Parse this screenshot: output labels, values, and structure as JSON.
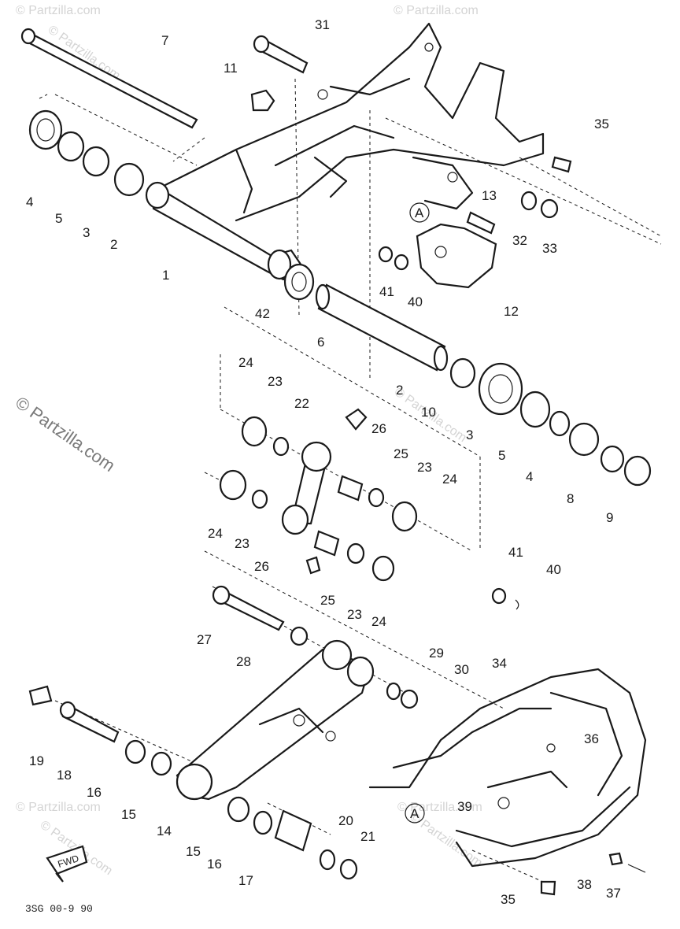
{
  "watermark": {
    "text": "© Partzilla.com",
    "faint_text": "© Partzilla.com"
  },
  "drawing_code": "3SG 00-9 90",
  "fwd_label": "FWD",
  "ref_label": "A",
  "labels": [
    {
      "id": "l1",
      "text": "1"
    },
    {
      "id": "l2a",
      "text": "2"
    },
    {
      "id": "l2b",
      "text": "2"
    },
    {
      "id": "l3a",
      "text": "3"
    },
    {
      "id": "l3b",
      "text": "3"
    },
    {
      "id": "l4a",
      "text": "4"
    },
    {
      "id": "l4b",
      "text": "4"
    },
    {
      "id": "l5a",
      "text": "5"
    },
    {
      "id": "l5b",
      "text": "5"
    },
    {
      "id": "l6",
      "text": "6"
    },
    {
      "id": "l7",
      "text": "7"
    },
    {
      "id": "l8",
      "text": "8"
    },
    {
      "id": "l9",
      "text": "9"
    },
    {
      "id": "l10",
      "text": "10"
    },
    {
      "id": "l11",
      "text": "11"
    },
    {
      "id": "l12",
      "text": "12"
    },
    {
      "id": "l13",
      "text": "13"
    },
    {
      "id": "l14",
      "text": "14"
    },
    {
      "id": "l15a",
      "text": "15"
    },
    {
      "id": "l15b",
      "text": "15"
    },
    {
      "id": "l16a",
      "text": "16"
    },
    {
      "id": "l16b",
      "text": "16"
    },
    {
      "id": "l17",
      "text": "17"
    },
    {
      "id": "l18",
      "text": "18"
    },
    {
      "id": "l19",
      "text": "19"
    },
    {
      "id": "l20",
      "text": "20"
    },
    {
      "id": "l21",
      "text": "21"
    },
    {
      "id": "l22",
      "text": "22"
    },
    {
      "id": "l23a",
      "text": "23"
    },
    {
      "id": "l23b",
      "text": "23"
    },
    {
      "id": "l23c",
      "text": "23"
    },
    {
      "id": "l23d",
      "text": "23"
    },
    {
      "id": "l24a",
      "text": "24"
    },
    {
      "id": "l24b",
      "text": "24"
    },
    {
      "id": "l24c",
      "text": "24"
    },
    {
      "id": "l24d",
      "text": "24"
    },
    {
      "id": "l25a",
      "text": "25"
    },
    {
      "id": "l25b",
      "text": "25"
    },
    {
      "id": "l26a",
      "text": "26"
    },
    {
      "id": "l26b",
      "text": "26"
    },
    {
      "id": "l27",
      "text": "27"
    },
    {
      "id": "l28",
      "text": "28"
    },
    {
      "id": "l29",
      "text": "29"
    },
    {
      "id": "l30",
      "text": "30"
    },
    {
      "id": "l31",
      "text": "31"
    },
    {
      "id": "l32",
      "text": "32"
    },
    {
      "id": "l33",
      "text": "33"
    },
    {
      "id": "l34",
      "text": "34"
    },
    {
      "id": "l35a",
      "text": "35"
    },
    {
      "id": "l35b",
      "text": "35"
    },
    {
      "id": "l36",
      "text": "36"
    },
    {
      "id": "l37",
      "text": "37"
    },
    {
      "id": "l38",
      "text": "38"
    },
    {
      "id": "l39",
      "text": "39"
    },
    {
      "id": "l40a",
      "text": "40"
    },
    {
      "id": "l40b",
      "text": "40"
    },
    {
      "id": "l41a",
      "text": "41"
    },
    {
      "id": "l41b",
      "text": "41"
    },
    {
      "id": "l42",
      "text": "42"
    }
  ]
}
